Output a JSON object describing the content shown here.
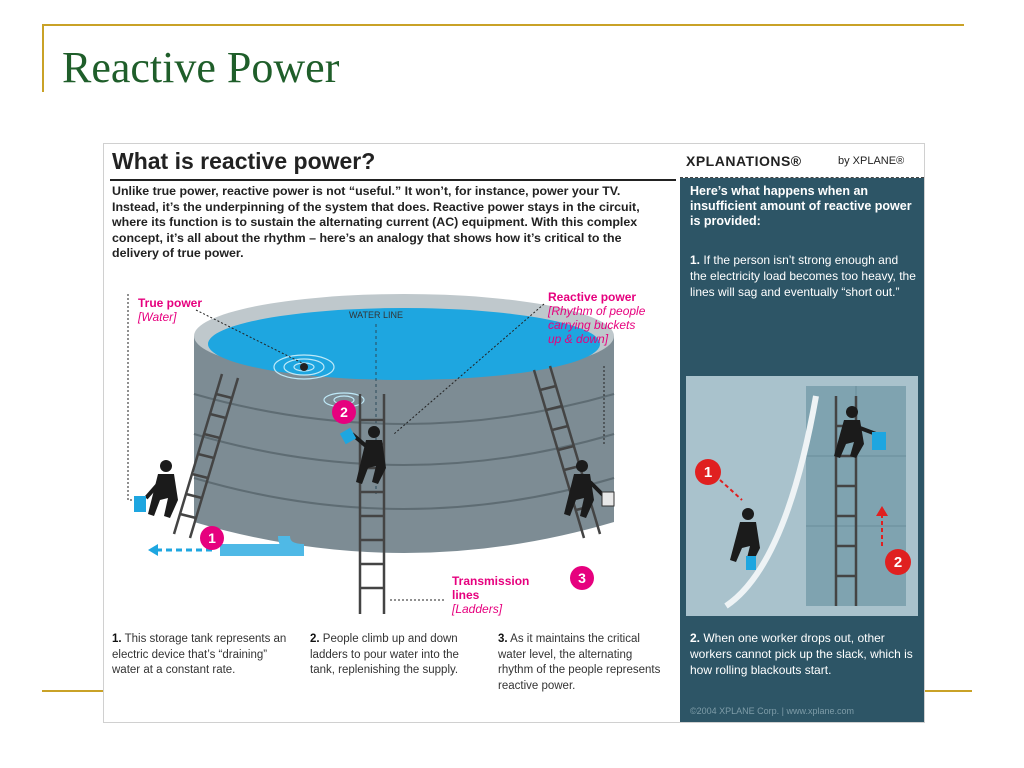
{
  "slide": {
    "title": "Reactive Power"
  },
  "infographic": {
    "heading": "What is reactive power?",
    "intro": "Unlike true power, reactive power is not “useful.” It won’t, for instance, power your TV. Instead, it’s the underpinning of the system that does. Reactive power stays in the circuit, where its function is to sustain the alternating current (AC) equipment. With this complex concept, it’s all about the rhythm – here’s an analogy that shows how it’s critical to the delivery of true power.",
    "labels": {
      "true_power": "True power",
      "true_power_sub": "[Water]",
      "water_line": "WATER LINE",
      "reactive_power": "Reactive power",
      "reactive_power_sub_1": "[Rhythm of people",
      "reactive_power_sub_2": "carrying buckets",
      "reactive_power_sub_3": "up & down]",
      "transmission_1": "Transmission",
      "transmission_2": "lines",
      "transmission_sub": "[Ladders]"
    },
    "markers": {
      "m1": "1",
      "m2": "2",
      "m3": "3"
    },
    "captions": [
      {
        "num": "1.",
        "text": "This storage tank represents an electric device that’s “draining” water at a constant rate."
      },
      {
        "num": "2.",
        "text": "People climb up and down ladders to pour water into the tank, replenishing the supply."
      },
      {
        "num": "3.",
        "text": "As it maintains the critical water level, the alternating rhythm of the people represents reactive power."
      }
    ]
  },
  "side": {
    "brand": "XPLANATIONS®",
    "brand_by": "by XPLANE®",
    "lead": "Here’s what happens when an insufficient amount of reactive power is provided:",
    "p1_num": "1.",
    "p1": "If the person isn’t strong enough and the electricity load becomes too heavy, the lines will sag and eventually “short out.”",
    "p2_num": "2.",
    "p2": "When one worker drops out, other workers cannot pick up the slack, which is how rolling blackouts start.",
    "markers": {
      "m1": "1",
      "m2": "2"
    },
    "copyright": "©2004 XPLANE Corp. | www.xplane.com"
  },
  "colors": {
    "title_green": "#1f5e2a",
    "accent_gold": "#c9a227",
    "magenta": "#e6007e",
    "water_blue": "#1ea6e0",
    "panel_teal": "#2d5566"
  }
}
